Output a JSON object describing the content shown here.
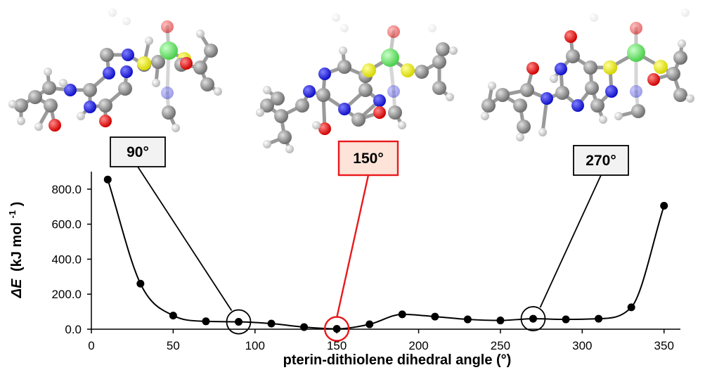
{
  "chart_data": {
    "type": "line",
    "title": "",
    "xlabel": "pterin-dithiolene dihedral angle (°)",
    "ylabel_main": "ΔE",
    "ylabel_unit": "(kJ mol",
    "ylabel_sup": "-1",
    "ylabel_close": ")",
    "xlim": [
      0,
      360
    ],
    "ylim": [
      0,
      900
    ],
    "xticks": [
      0,
      50,
      100,
      150,
      200,
      250,
      300,
      350
    ],
    "yticks": [
      "0.0",
      "200.0",
      "400.0",
      "600.0",
      "800.0"
    ],
    "ytick_values": [
      0,
      200,
      400,
      600,
      800
    ],
    "grid": false,
    "series": [
      {
        "x": [
          10,
          30,
          50,
          70,
          90,
          110,
          130,
          150,
          170,
          190,
          210,
          230,
          250,
          270,
          290,
          310,
          330,
          350
        ],
        "y": [
          855,
          260,
          78,
          45,
          42,
          32,
          12,
          2,
          28,
          85,
          72,
          56,
          50,
          60,
          56,
          60,
          125,
          705
        ]
      }
    ],
    "annotations": [
      {
        "label": "90°",
        "x": 90,
        "y": 42,
        "color": "#000000",
        "box_fill": "#f2f2f2"
      },
      {
        "label": "150°",
        "x": 150,
        "y": 2,
        "color": "#e8191c",
        "box_fill": "#fde3d8"
      },
      {
        "label": "270°",
        "x": 270,
        "y": 60,
        "color": "#000000",
        "box_fill": "#f2f2f2"
      }
    ]
  },
  "colors": {
    "carbon": "#8a8a8a",
    "nitrogen": "#1515e6",
    "oxygen": "#ee1111",
    "sulfur": "#eded22",
    "molybdenum": "#7ee07e",
    "hydrogen": "#e6e6e6"
  }
}
